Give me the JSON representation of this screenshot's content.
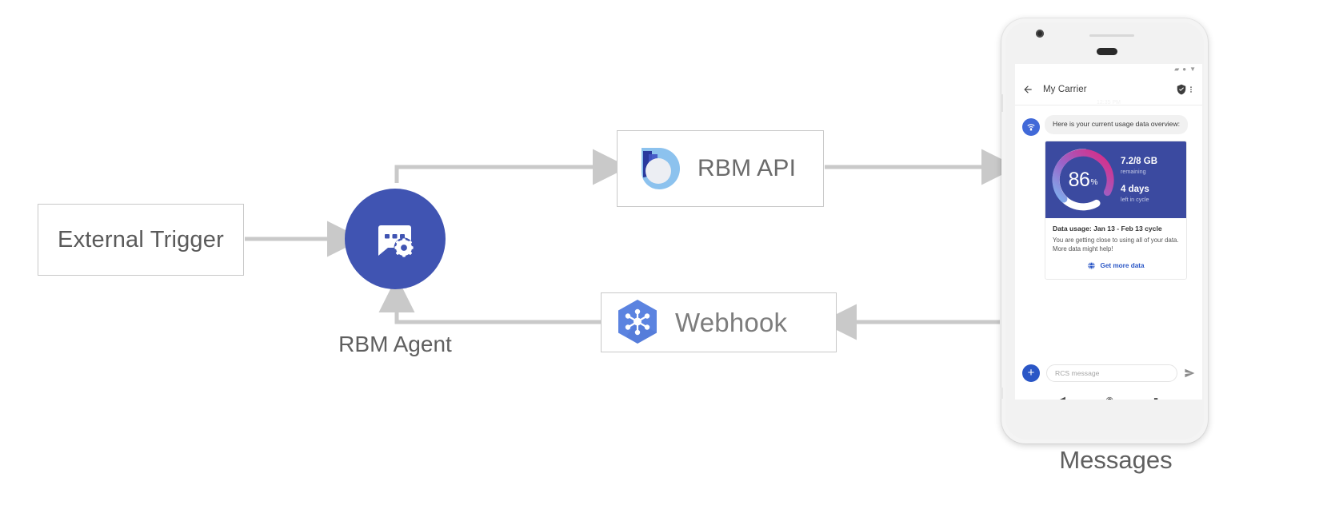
{
  "diagram": {
    "nodes": {
      "external_trigger": {
        "label": "External Trigger"
      },
      "rbm_agent": {
        "label": "RBM Agent",
        "icon": "chat-gear-icon"
      },
      "rbm_api": {
        "label": "RBM API",
        "icon": "rbm-droplet-icon"
      },
      "webhook": {
        "label": "Webhook",
        "icon": "hexagon-network-icon"
      },
      "messages": {
        "label": "Messages"
      }
    },
    "colors": {
      "agent_circle": "#4054b2",
      "connector": "#c9c9c9",
      "box_border": "#c8c8c8",
      "label_text": "#5f5f5f"
    }
  },
  "phone": {
    "status_bar": {
      "icons": [
        "signal-icon",
        "wifi-dot-icon",
        "battery-icon"
      ]
    },
    "app_bar": {
      "back_icon": "back-arrow-icon",
      "title": "My Carrier",
      "verified_icon": "verified-shield-icon",
      "overflow_icon": "overflow-menu-icon"
    },
    "conversation": {
      "timestamp": "12:35 PM",
      "avatar_icon": "carrier-signal-icon",
      "incoming_message": "Here is your current usage data overview:",
      "rich_card": {
        "gauge": {
          "value": "86",
          "unit": "%",
          "percent": 86,
          "gradient_from": "#7fb0ee",
          "gradient_mid": "#9b63c8",
          "gradient_to": "#e0267f",
          "track": "#ffffff"
        },
        "stats": [
          {
            "main": "7.2/8 GB",
            "sub": "remaining"
          },
          {
            "main": "4 days",
            "sub": "left in cycle"
          }
        ],
        "hero_background": "#3b4aa0",
        "title": "Data usage: Jan 13 - Feb 13 cycle",
        "description": "You are getting close to using all of your data. More data might help!",
        "action": {
          "icon": "globe-icon",
          "label": "Get more data",
          "color": "#2a56c6"
        }
      }
    },
    "composer": {
      "plus_icon": "plus-icon",
      "placeholder": "RCS message",
      "send_icon": "send-icon"
    },
    "nav_bar": {
      "back": "nav-back-icon",
      "home": "nav-home-icon",
      "recents": "nav-recents-icon"
    }
  }
}
